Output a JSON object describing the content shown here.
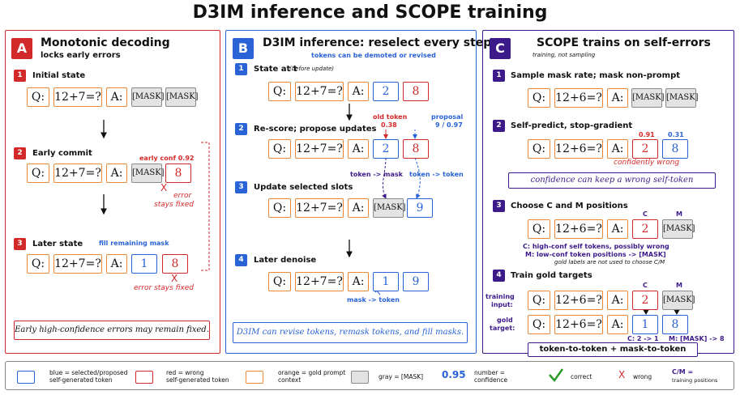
{
  "title": "D3IM inference and SCOPE training",
  "colors": {
    "red": "#d22a2a",
    "blue": "#2a63d6",
    "purple": "#3d1a8a",
    "orange": "#e8893a",
    "gray": "#e3e3e3",
    "green": "#2a9a2a"
  },
  "panelA": {
    "badge": "A",
    "title": "Monotonic decoding",
    "subtitle": "locks early errors",
    "step1": {
      "num": "1",
      "label": "Initial state"
    },
    "step2": {
      "num": "2",
      "label": "Early commit",
      "conf": "early conf 0.92",
      "x": "X",
      "err1": "error",
      "err2": "stays fixed"
    },
    "step3": {
      "num": "3",
      "label": "Later state",
      "note": "fill remaining mask",
      "x": "X",
      "err": "error stays fixed"
    },
    "footer": "Early high-confidence errors may remain fixed."
  },
  "panelB": {
    "badge": "B",
    "title": "D3IM inference: reselect every step",
    "subtitle": "tokens can be demoted or revised",
    "step1": {
      "num": "1",
      "label": "State at t",
      "sub": "(before update)"
    },
    "step2": {
      "num": "2",
      "label": "Re-score; propose updates",
      "old_label": "old token",
      "old_conf": "0.38",
      "prop_label": "proposal",
      "prop_conf": "9 / 0.97"
    },
    "arrow_mask": "token -> mask",
    "arrow_token": "token -> token",
    "step3": {
      "num": "3",
      "label": "Update selected slots"
    },
    "step4": {
      "num": "4",
      "label": "Later denoise",
      "note": "mask -> token"
    },
    "footer": "D3IM can revise tokens, remask tokens, and fill masks."
  },
  "panelC": {
    "badge": "C",
    "title": "SCOPE trains on self-errors",
    "subtitle": "training, not sampling",
    "step1": {
      "num": "1",
      "label": "Sample mask rate; mask non-prompt"
    },
    "step2": {
      "num": "2",
      "label": "Self-predict, stop-gradient",
      "conf1": "0.91",
      "conf2": "0.31",
      "note": "confidently wrong",
      "box": "confidence can keep a wrong self-token"
    },
    "step3": {
      "num": "3",
      "label": "Choose C and M positions",
      "c": "C",
      "m": "M",
      "line1": "C: high-conf self tokens, possibly wrong",
      "line2": "M: low-conf token positions -> [MASK]",
      "line3": "gold labels are not used to choose C/M"
    },
    "step4": {
      "num": "4",
      "label": "Train gold targets",
      "c": "C",
      "m": "M",
      "input1": "training",
      "input2": "input:",
      "gold1": "gold",
      "gold2": "target:",
      "c_map": "C: 2 -> 1",
      "m_map": "M: [MASK] -> 8"
    },
    "footer": "token-to-token + mask-to-token"
  },
  "tokens": {
    "q": "Q:",
    "eq7": "12+7=?",
    "eq6": "12+6=?",
    "a": "A:",
    "mask": "[MASK]",
    "t1": "1",
    "t2": "2",
    "t8": "8",
    "t9": "9"
  },
  "legend": {
    "blue1": "blue = selected/proposed",
    "blue2": "self-generated token",
    "red1": "red = wrong",
    "red2": "self-generated token",
    "orange1": "orange = gold prompt",
    "orange2": "context",
    "gray": "gray = [MASK]",
    "num": "0.95",
    "num1": "number =",
    "num2": "confidence",
    "correct": "correct",
    "x": "X",
    "wrong": "wrong",
    "cm": "C/M =",
    "cm2": "training positions"
  }
}
